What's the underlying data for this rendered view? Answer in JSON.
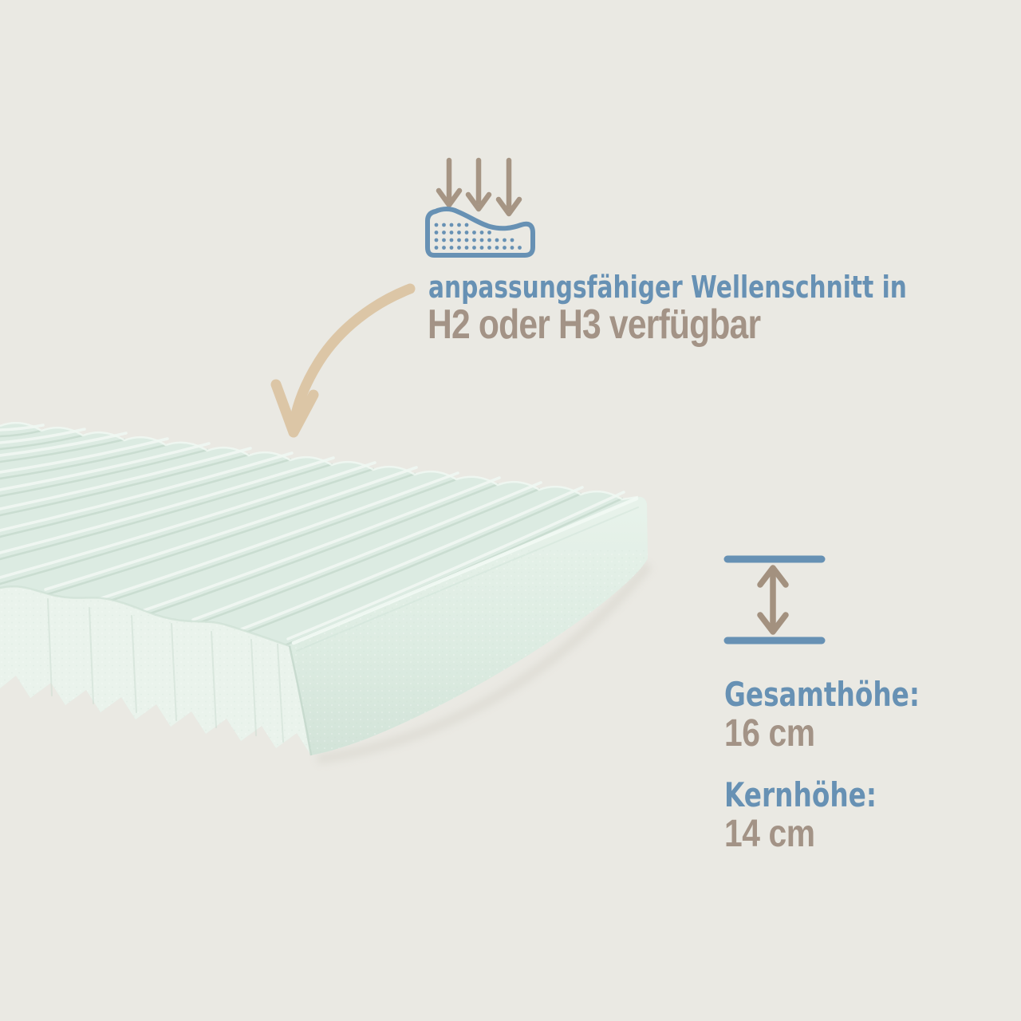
{
  "canvas": {
    "background_color": "#eae9e3"
  },
  "callout": {
    "icon": "pressure-arrows-wave-mattress-icon",
    "line1": "anpassungsfähiger Wellenschnitt in",
    "line2": "H2 oder H3 verfügbar"
  },
  "illustration": {
    "subject": "wave-cut foam mattress",
    "pointer": "curved-arrow"
  },
  "measurements": {
    "icon": "height-measure-icon",
    "items": [
      {
        "label": "Gesamthöhe:",
        "value": "16 cm"
      },
      {
        "label": "Kernhöhe:",
        "value": "14 cm"
      }
    ]
  },
  "colors": {
    "accent_blue": "#6791b4",
    "text_taupe": "#a39386",
    "arrow_tan": "#dcc6a6",
    "icon_arrow_taupe": "#a69584",
    "mint_base": "#dcebe2",
    "mint_light": "#eaf3ec",
    "mint_shadow": "#c6dacd",
    "mint_face_top": "#e7f2ea",
    "mint_face_bottom": "#d2e3d8"
  }
}
